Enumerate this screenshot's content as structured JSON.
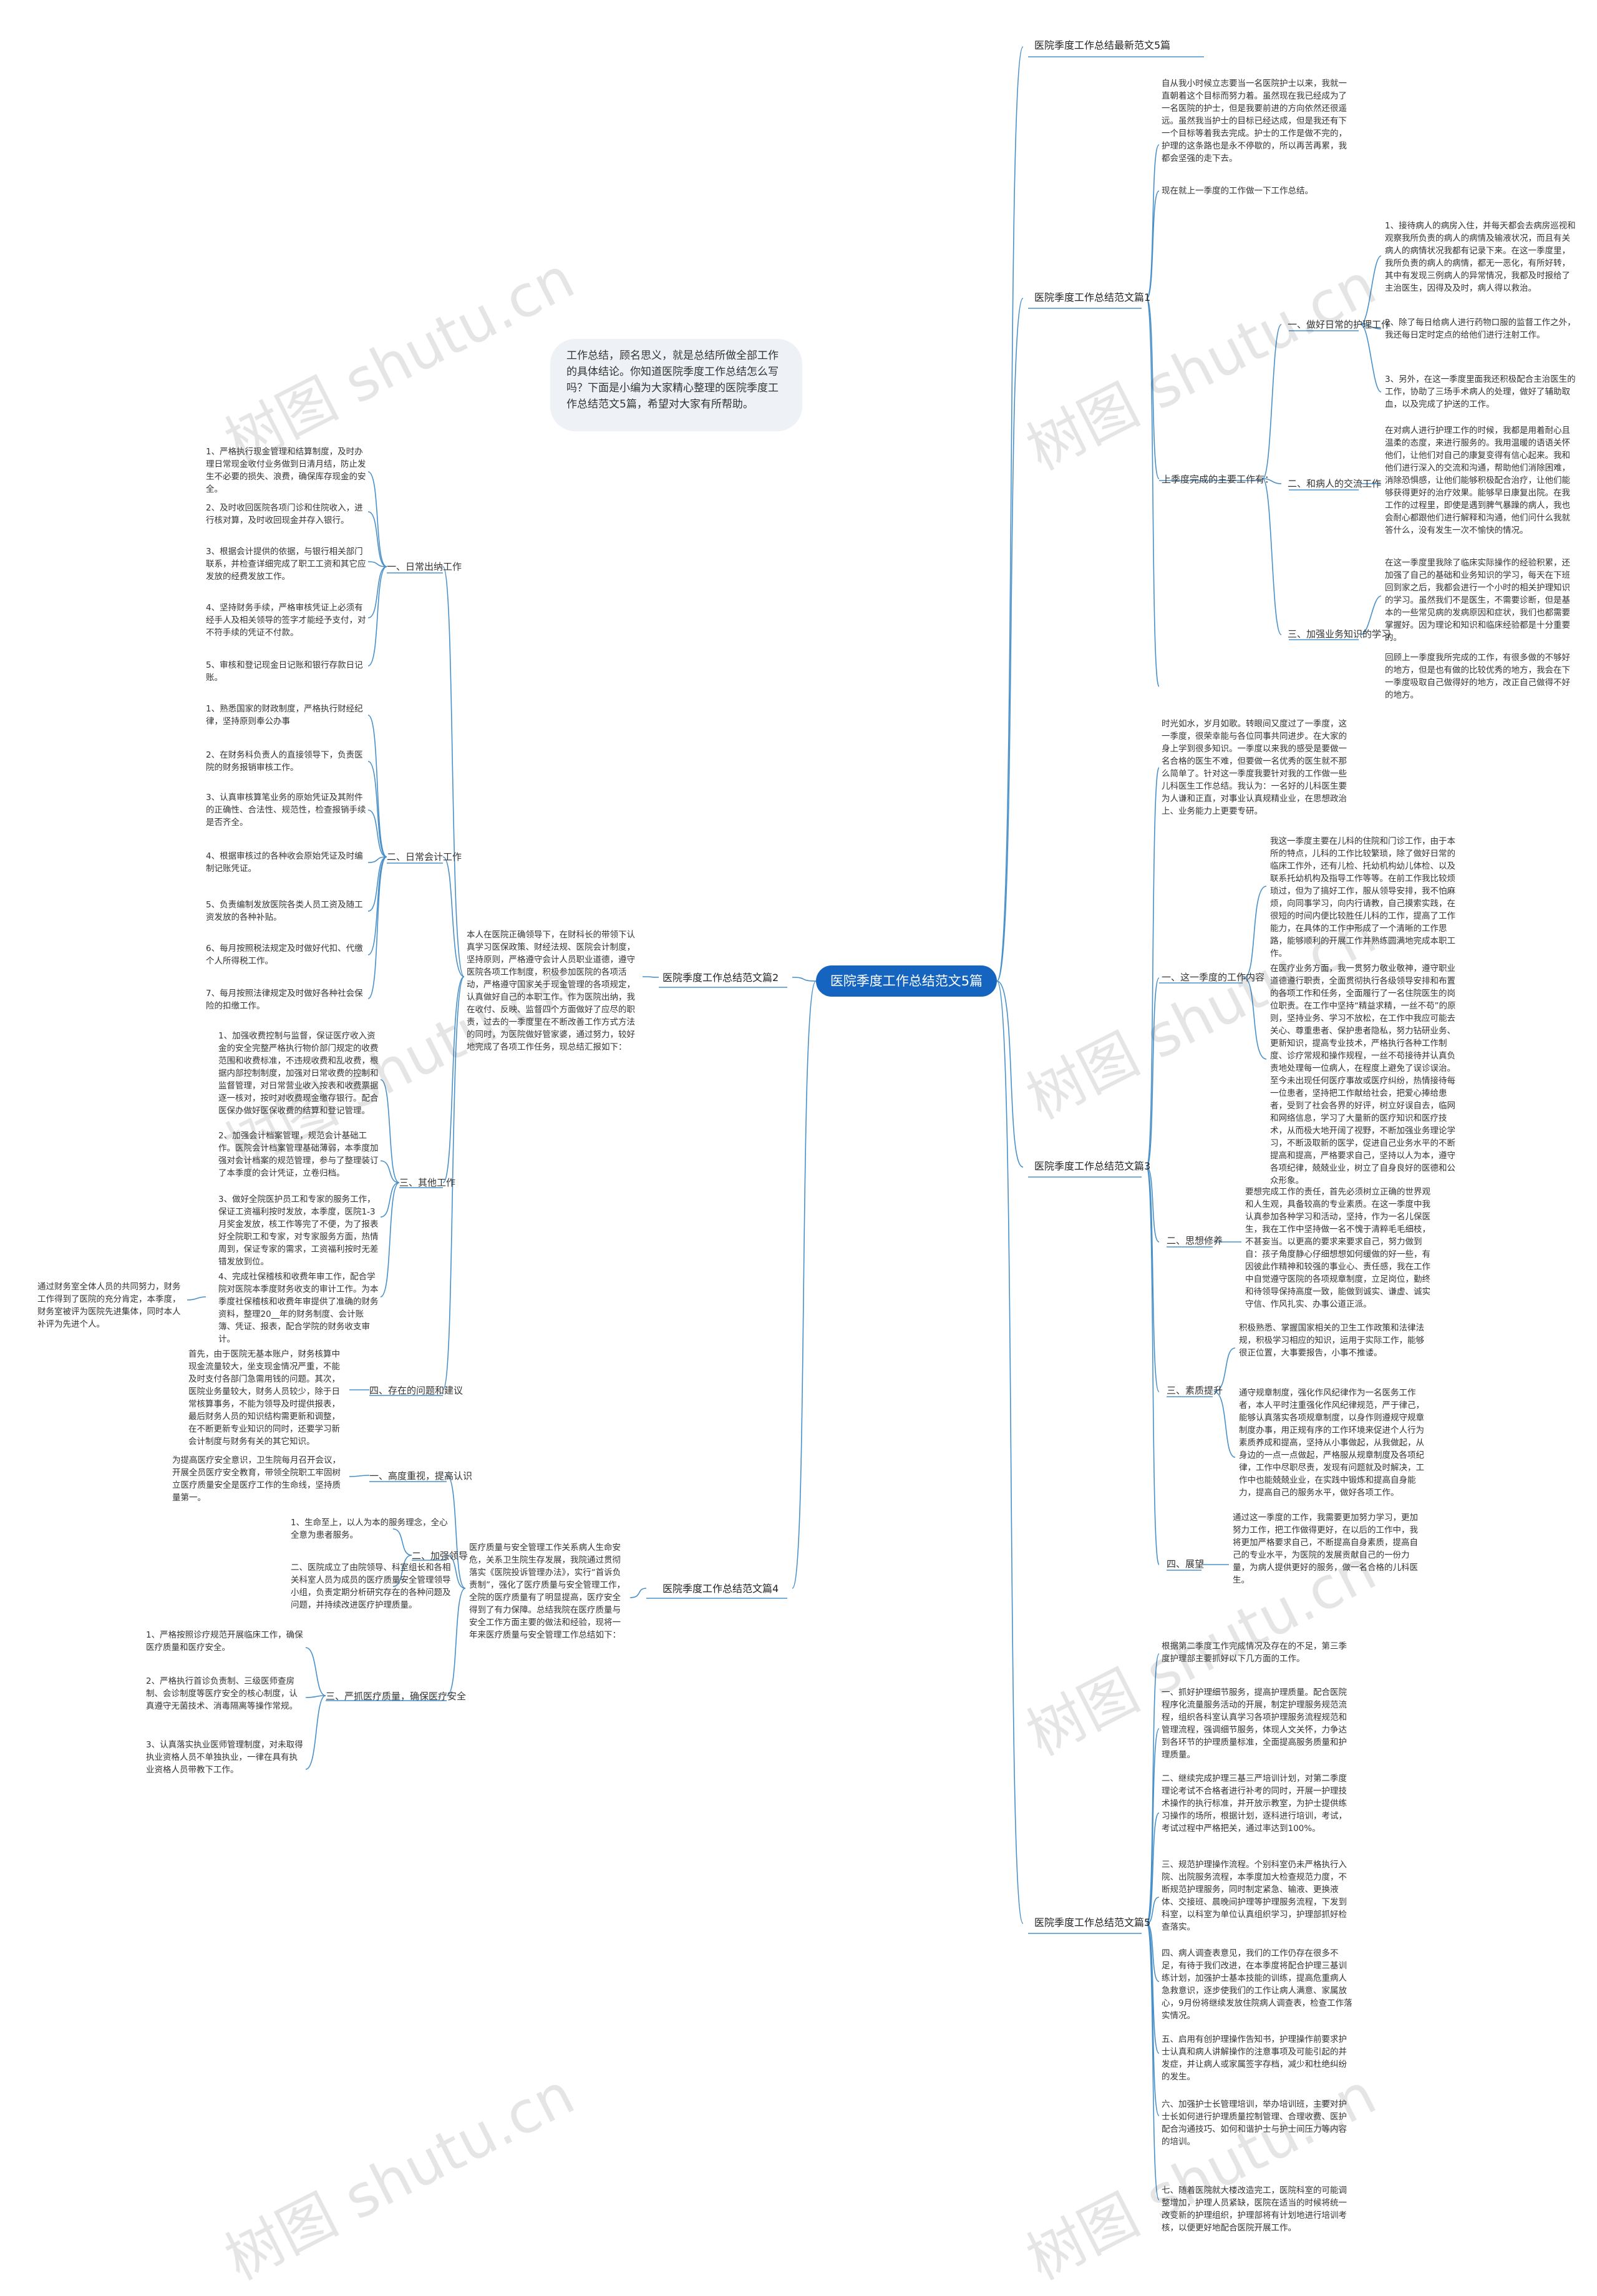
{
  "watermark": "树图 shutu.cn",
  "root": "医院季度工作总结范文5篇",
  "intro": "工作总结，顾名思义，就是总结所做全部工作的具体结论。你知道医院季度工作总结怎么写吗？下面是小编为大家精心整理的医院季度工作总结范文5篇，希望对大家有所帮助。",
  "branches": {
    "b0": "医院季度工作总结最新范文5篇",
    "b1": "医院季度工作总结范文篇1",
    "b2": "医院季度工作总结范文篇2",
    "b3": "医院季度工作总结范文篇3",
    "b4": "医院季度工作总结范文篇4",
    "b5": "医院季度工作总结范文篇5"
  },
  "b1": {
    "p1": "自从我小时候立志要当一名医院护士以来，我就一直朝着这个目标而努力着。虽然现在我已经成为了一名医院的护士，但是我要前进的方向依然还很遥远。虽然我当护士的目标已经达成，但是我还有下一个目标等着我去完成。护士的工作是做不完的，护理的这条路也是永不停歇的，所以再苦再累，我都会坚强的走下去。",
    "p2": "现在就上一季度的工作做一下工作总结。",
    "main": "上季度完成的主要工作有：",
    "s1": "一、做好日常的护理工作",
    "s1a": "1、接待病人的病房入住，并每天都会去病房巡视和观察我所负责的病人的病情及输液状况，而且有关病人的病情状况我都有记录下来。在这一季度里，我所负责的病人的病情，都无一恶化，有所好转，其中有发现三例病人的异常情况，我都及时报给了主治医生，因得及及时，病人得以救治。",
    "s1b": "2、除了每日给病人进行药物口服的监督工作之外，我还每日定时定点的给他们进行注射工作。",
    "s1c": "3、另外，在这一季度里面我还积极配合主治医生的工作，协助了三场手术病人的处理，做好了辅助取血，以及完成了护送的工作。",
    "s2": "二、和病人的交流工作",
    "s2a": "在对病人进行护理工作的时候，我都是用着耐心且温柔的态度，来进行服务的。我用温暖的语语关怀他们，让他们对自己的康复变得有信心起来。我和他们进行深入的交流和沟通，帮助他们消除困难，消除恐惧感，让他们能够积极配合治疗，让他们能够获得更好的治疗效果。能够早日康复出院。在我工作的过程里，即使是遇到脾气暴躁的病人，我也会耐心都跟他们进行解释和沟通，他们问什么我就答什么，没有发生一次不愉快的情况。",
    "s3": "三、加强业务知识的学习",
    "s3a": "在这一季度里我除了临床实际操作的经验积累，还加强了自己的基础和业务知识的学习，每天在下班回到家之后，我都会进行一个小时的相关护理知识的学习。虽然我们不是医生，不需要诊断，但是基本的一些常见病的发病原因和症状，我们也都需要掌握好。因为理论和知识和临床经验都是十分重要的。",
    "end": "回顾上一季度我所完成的工作，有很多做的不够好的地方，但是也有做的比较优秀的地方，我会在下一季度吸取自己做得好的地方，改正自己做得不好的地方。"
  },
  "b2": {
    "intro": "本人在医院正确领导下，在财科长的带领下认真学习医保政策、财经法规、医院会计制度，坚持原则，严格遵守会计人员职业道德，遵守医院各项工作制度，积极参加医院的各项活动，严格遵守国家关于现金管理的各项规定，认真做好自己的本职工作。作为医院出纳，我在收付、反映、监督四个方面做好了应尽的职责，过去的一季度里在不断改善工作方式方法的同时，为医院做好管家婆，通过努力，较好地完成了各项工作任务，现总结汇报如下：",
    "s1": "一、日常出纳工作",
    "s1a": "1、严格执行现金管理和结算制度，及时办理日常现金收付业务做到日清月结，防止发生不必要的损失、浪费，确保库存现金的安全。",
    "s1b": "2、及时收回医院各项门诊和住院收入，进行核对算，及时收回现金并存入银行。",
    "s1c": "3、根据会计提供的依据，与银行相关部门联系，并检查详细完成了职工工资和其它应发放的经费发放工作。",
    "s1d": "4、坚持财务手续，严格审核凭证上必须有经手人及相关领导的签字才能经予支付，对不符手续的凭证不付款。",
    "s1e": "5、审核和登记现金日记账和银行存款日记账。",
    "s2": "二、日常会计工作",
    "s2a": "1、熟悉国家的财政制度，严格执行财经纪律，坚持原则奉公办事",
    "s2b": "2、在财务科负责人的直接领导下，负责医院的财务报销审核工作。",
    "s2c": "3、认真审核算笔业务的原始凭证及其附件的正确性、合法性、规范性，检查报销手续是否齐全。",
    "s2d": "4、根据审核过的各种收会原始凭证及时编制记账凭证。",
    "s2e": "5、负责编制发放医院各类人员工资及随工资发放的各种补贴。",
    "s2f": "6、每月按照税法规定及时做好代扣、代缴个人所得税工作。",
    "s2g": "7、每月按照法律规定及时做好各种社会保险的扣缴工作。",
    "s3": "三、其他工作",
    "s3a": "1、加强收费控制与监督，保证医疗收入资金的安全完整严格执行物价部门规定的收费范围和收费标准，不违规收费和乱收费，根据内部控制制度，加强对日常收费的控制和监督管理，对日常营业收入按表和收费票据逐一核对，按时对收费现金缴存银行。配合医保办做好医保收费的结算和登记管理。",
    "s3b": "2、加强会计档案管理，规范会计基础工作。医院会计档案管理基础薄弱，本季度加强对会计档案的规范管理，参与了整理装订了本季度的会计凭证，立卷归档。",
    "s3c": "3、做好全院医护员工和专家的服务工作，保证工资福利按时发放，本季度，医院1-3月奖金发放，核工作等完了不便，为了报表好全院职工和专家，对专家服务方面，热情周到，保证专家的需求，工资福利按时无差错发放到位。",
    "s3d": "4、完成社保稽核和收费年审工作，配合学院对医院本季度财务收支的审计工作。为本季度社保稽核和收费年审提供了准确的财务资料，整理20__年的财务制度、会计账簿、凭证、报表，配合学院的财务收支审计。",
    "s3note": "通过财务室全体人员的共同努力，财务工作得到了医院的充分肯定，本季度，财务室被评为医院先进集体，同时本人补评为先进个人。",
    "s4": "四、存在的问题和建议",
    "s4a": "首先，由于医院无基本账户，财务核算中现金流量较大，坐支现金情况严重，不能及时支付各部门急需用钱的问题。其次，医院业务量较大，财务人员较少，除于日常核算事务，不能为领导及时提供报表，最后财务人员的知识结构需更新和调整，在不断更新专业知识的同时，还要学习新会计制度与财务有关的其它知识。"
  },
  "b3": {
    "p1": "时光如水，岁月如歌。转眼间又度过了一季度，这一季度，很荣幸能与各位同事共同进步。在大家的身上学到很多知识。一季度以来我的感受是要做一名合格的医生不难，但要做一名优秀的医生就不那么简单了。针对这一季度我要针对我的工作做一些儿科医生工作总结。我认为：一名好的儿科医生要为人谦和正直，对事业认真规精业业，在思想政治上、业务能力上更要专研。",
    "s1": "一、这一季度的工作内容",
    "s1a": "我这一季度主要在儿科的住院和门诊工作，由于本所的特点，儿科的工作比较繁琐，除了做好日常的临床工作外，还有儿检、托幼机构幼儿体检、以及联系托幼机构及指导工作等等。在前工作我比较烦琐过，但为了搞好工作，服从领导安排，我不怕麻烦，向同事学习，向内行请教，自己摸索实践，在很短的时间内便比较胜任儿科的工作，提高了工作能力，在具体的工作中形成了一个清晰的工作思路，能够顺利的开展工作并熟练圆满地完成本职工作。",
    "s1b": "在医疗业务方面，我一贯努力敬业敬神，遵守职业道德遵行职责，全面贯彻执行各级领导安排和布置的各项工作和任务，全面履行了一名住院医生的岗位职责。在工作中坚持“精益求精，一丝不苟”的原则，坚持业务、学习不放松，在工作中我应可能去关心、尊重患者、保护患者隐私，努力钻研业务、更新知识，提高专业技术，严格执行各种工作制度、诊疗常规和操作规程，一丝不苟接待并认真负责地处理每一位病人，在程度上避免了误诊误治。至今未出现任何医疗事故或医疗纠纷，热情接待每一位患者，坚持把工作献给社会，把爱心捧给患者，受到了社会各界的好评，树立好误自去，临网和网络信息，学习了大量新的医疗知识和医疗技术，从而极大地开阔了视野，不断加强业务理论学习，不断汲取新的医学，促进自己业务水平的不断提高和提高，严格要求自己，坚持以人为本，遵守各项纪律，兢兢业业，树立了自身良好的医德和公众形象。",
    "s2": "二、思想修养",
    "s2a": "要想完成工作的责任，首先必须树立正确的世界观和人生观，具备较高的专业素质。在这一季度中我认真参加各种学习和活动，坚持，作为一名儿保医生，我在工作中坚持做一名不愧于清粹毛毛细枝，不甚妄当。以更高的要求来要求自己，努力做到自：孩子角度静心仔细想想如何缓做的好一些，有因彼此作精神和较强的事业心、责任感，我在工作中自觉遵守医院的各项规章制度，立足岗位，勤终和待领导保持高度一致，能做到诚实、谦虚、诚实守信、作风扎实、办事公道正派。",
    "s3": "三、素质提升",
    "s3a": "积极熟悉、掌握国家相关的卫生工作政策和法律法规，积极学习相应的知识，运用于实际工作，能够很正位置，大事要报告，小事不推诿。",
    "s3b": "通守规章制度，强化作风纪律作为一名医务工作者，本人平时注重强化作风纪律规范，严于律己，能够认真落实各项规章制度，以身作则遵规守规章制度办事，用正规有序的工作环境来促进个人行为素质养成和提高，坚持从小事做起，从我做起，从身边的一点一点做起，严格服从规章制度及各项纪律，工作中尽职尽责，发现有问题就及时解决，工作中也能兢兢业业，在实践中锻炼和提高自身能力，提高自己的服务水平，做好各项工作。",
    "s4": "四、展望",
    "s4a": "通过这一季度的工作，我需要更加努力学习，更加努力工作，把工作做得更好，在以后的工作中，我将更加严格要求自己，不断提高自身素质，提高自己的专业水平，为医院的发展贡献自己的一份力量，为病人提供更好的服务，做一名合格的儿科医生。"
  },
  "b4": {
    "intro": "医疗质量与安全管理工作关系病人生命安危，关系卫生院生存发展，我院通过贯彻落实《医院投诉管理办法》，实行“首诉负责制”，强化了医疗质量与安全管理工作，全院的医疗质量有了明显提高，医疗安全得到了有力保障。总结我院在医疗质量与安全工作方面主要的做法和经验，现将一年来医疗质量与安全管理工作总结如下：",
    "s1": "一、高度重视，提高认识",
    "s1a": "为提高医疗安全意识，卫生院每月召开会议，开展全员医疗安全教育，带领全院职工牢固树立医疗质量安全是医疗工作的生命线，坚持质量第一。",
    "s2": "二、加强领导",
    "s2a": "1、生命至上，以人为本的服务理念，全心全意为患者服务。",
    "s2b": "二、医院成立了由院领导、科室组长和各相关科室人员为成员的医疗质量安全管理领导小组，负责定期分析研究存在的各种问题及问题，并持续改进医疗护理质量。",
    "s3": "三、严抓医疗质量，确保医疗安全",
    "s3a": "1、严格按照诊疗规范开展临床工作，确保医疗质量和医疗安全。",
    "s3b": "2、严格执行首诊负责制、三级医师查房制、会诊制度等医疗安全的核心制度，认真遵守无菌技术、消毒隔离等操作常规。",
    "s3c": "3、认真落实执业医师管理制度，对未取得执业资格人员不单独执业，一律在具有执业资格人员带教下工作。"
  },
  "b5": {
    "p0": "根据第二季度工作完成情况及存在的不足，第三季度护理部主要抓好以下几方面的工作。",
    "p1": "一、抓好护理细节服务，提高护理质量。配合医院程序化流量服务活动的开展，制定护理服务规范流程，组织各科室认真学习各项护理服务流程规范和管理流程，强调细节服务，体现人文关怀，力争达到各环节的护理质量标准，全面提高服务质量和护理质量。",
    "p2": "二、继续完成护理三基三严培训计划，对第二季度理论考试不合格者进行补考的同时，开展一护理技术操作的执行标准，并开放示教室，为护士提供练习操作的场所，根据计划，逐科进行培训，考试，考试过程中严格把关，通过率达到100%。",
    "p3": "三、规范护理操作流程。个别科室仍未严格执行入院、出院服务流程，本季度加大检查规范力度，不断规范护理服务，同时制定紧急、输液、更换液体、交接班、晨晚间护理等护理服务流程，下发到科室，以科室为单位认真组织学习，护理部抓好检查落实。",
    "p4": "四、病人调查表意见，我们的工作仍存在很多不足，有待于我们改进，在本季度将配合护理三基训练计划，加强护士基本技能的训练，提高危重病人急救意识，逐步使我们的工作让病人满意、家属放心，9月份将继续发放住院病人调查表，检查工作落实情况。",
    "p5": "五、启用有创护理操作告知书，护理操作前要求护士认真和病人讲解操作的注意事项及可能引起的并发症，并让病人或家属签字存档，减少和杜绝纠纷的发生。",
    "p6": "六、加强护士长管理培训，举办培训班，主要对护士长如何进行护理质量控制管理、合理收费、医护配合沟通技巧、如何和谐护士与护士间压力等内容的培训。",
    "p7": "七、随着医院就大楼改造完工，医院科室的可能调整增加，护理人员紧缺，医院在适当的时候将统一改变新的护理组织，护理部将有计划地进行培训考核，以便更好地配合医院开展工作。"
  }
}
